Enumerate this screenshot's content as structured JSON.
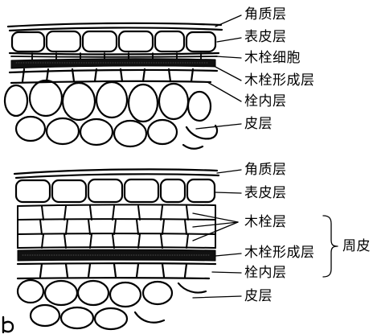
{
  "diagram": {
    "top": {
      "labels": [
        "角质层",
        "表皮层",
        "木栓细胞",
        "木栓形成层",
        "栓内层",
        "皮层"
      ]
    },
    "bottom": {
      "labels": [
        "角质层",
        "表皮层",
        "木栓层",
        "木栓形成层",
        "栓内层",
        "皮层"
      ],
      "bracket_label": "周皮",
      "corner_mark": "b"
    }
  }
}
